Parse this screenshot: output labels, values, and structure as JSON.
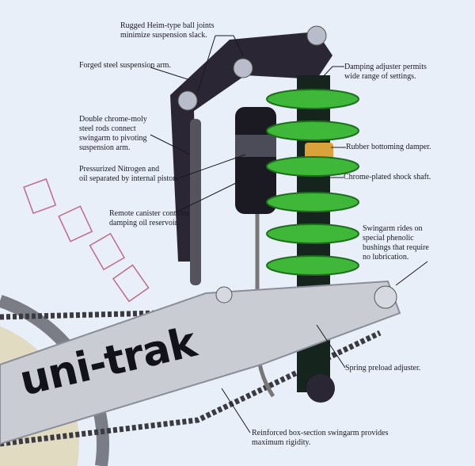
{
  "logo_text": "uni-trak",
  "labels": {
    "ball_joints": [
      "Rugged Heim-type ball joints",
      "minimize suspension slack."
    ],
    "suspension_arm": [
      "Forged steel suspension arm."
    ],
    "rods": [
      "Double chrome-moly",
      "steel rods connect",
      "swingarm to pivoting",
      "suspension arm."
    ],
    "nitrogen": [
      "Pressurized Nitrogen and",
      "oil separated by internal piston."
    ],
    "canister": [
      "Remote canister contains",
      "damping oil reservoir."
    ],
    "damping_adjuster": [
      "Damping adjuster permits",
      "wide range of settings."
    ],
    "bottoming_damper": [
      "Rubber bottoming damper."
    ],
    "shock_shaft": [
      "Chrome-plated shock shaft."
    ],
    "bushings": [
      "Swingarm rides on",
      "special phenolic",
      "bushings that require",
      "no lubrication."
    ],
    "preload": [
      "Spring preload adjuster."
    ],
    "swingarm": [
      "Reinforced box-section swingarm provides",
      "maximum rigidity."
    ]
  },
  "colors": {
    "background": "#e9eff9",
    "spring": "#3fb83a",
    "arm": "#2a2633",
    "swingarm": "#c9ccd3",
    "damper": "#d9a23a"
  }
}
